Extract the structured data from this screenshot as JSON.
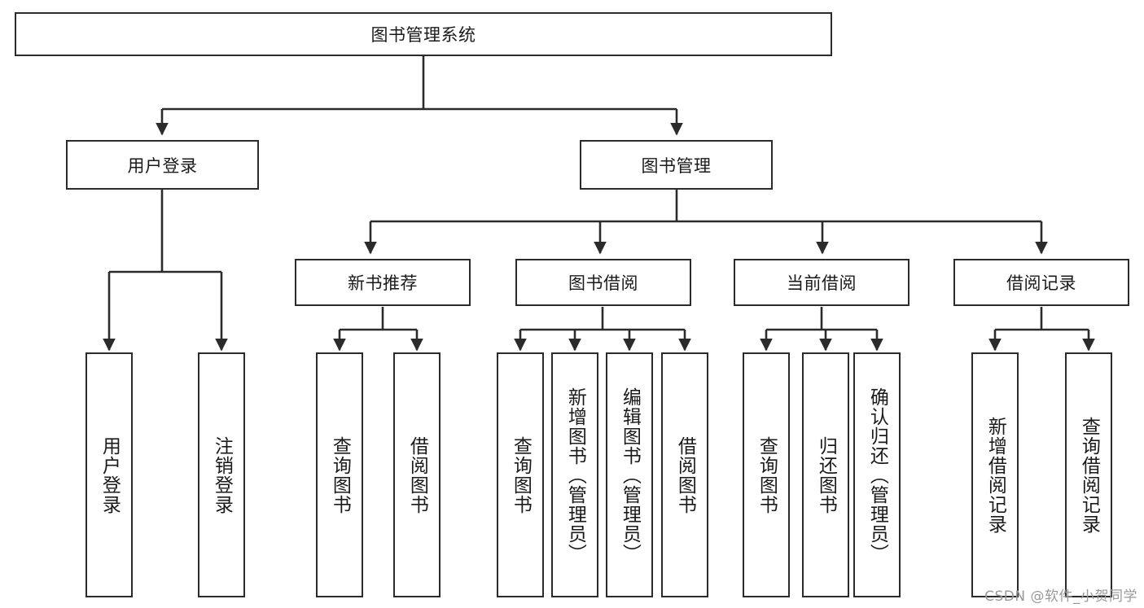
{
  "diagram": {
    "type": "tree-hierarchy-chart",
    "title": "图书管理系统",
    "orientation": "top-down",
    "colors": {
      "background": "#ffffff",
      "box_border": "#2b2b2b",
      "box_fill": "#ffffff",
      "text": "#1a1a1a",
      "connector": "#2b2b2b",
      "watermark": "#9a9a9a"
    }
  },
  "root": {
    "label": "图书管理系统"
  },
  "level2": [
    {
      "label": "用户登录"
    },
    {
      "label": "图书管理"
    }
  ],
  "level3": [
    {
      "label": "新书推荐"
    },
    {
      "label": "图书借阅"
    },
    {
      "label": "当前借阅"
    },
    {
      "label": "借阅记录"
    }
  ],
  "leaves": {
    "user_login": [
      {
        "label": "用户登录"
      },
      {
        "label": "注销登录"
      }
    ],
    "new_book_recommend": [
      {
        "label": "查询图书"
      },
      {
        "label": "借阅图书"
      }
    ],
    "book_borrow": [
      {
        "label": "查询图书"
      },
      {
        "label": "新增图书（管理员）"
      },
      {
        "label": "编辑图书（管理员）"
      },
      {
        "label": "借阅图书"
      }
    ],
    "current_borrow": [
      {
        "label": "查询图书"
      },
      {
        "label": "归还图书"
      },
      {
        "label": "确认归还（管理员）"
      }
    ],
    "borrow_record": [
      {
        "label": "新增借阅记录"
      },
      {
        "label": "查询借阅记录"
      }
    ]
  },
  "watermark": {
    "text": "CSDN @软件_小贺同学"
  }
}
